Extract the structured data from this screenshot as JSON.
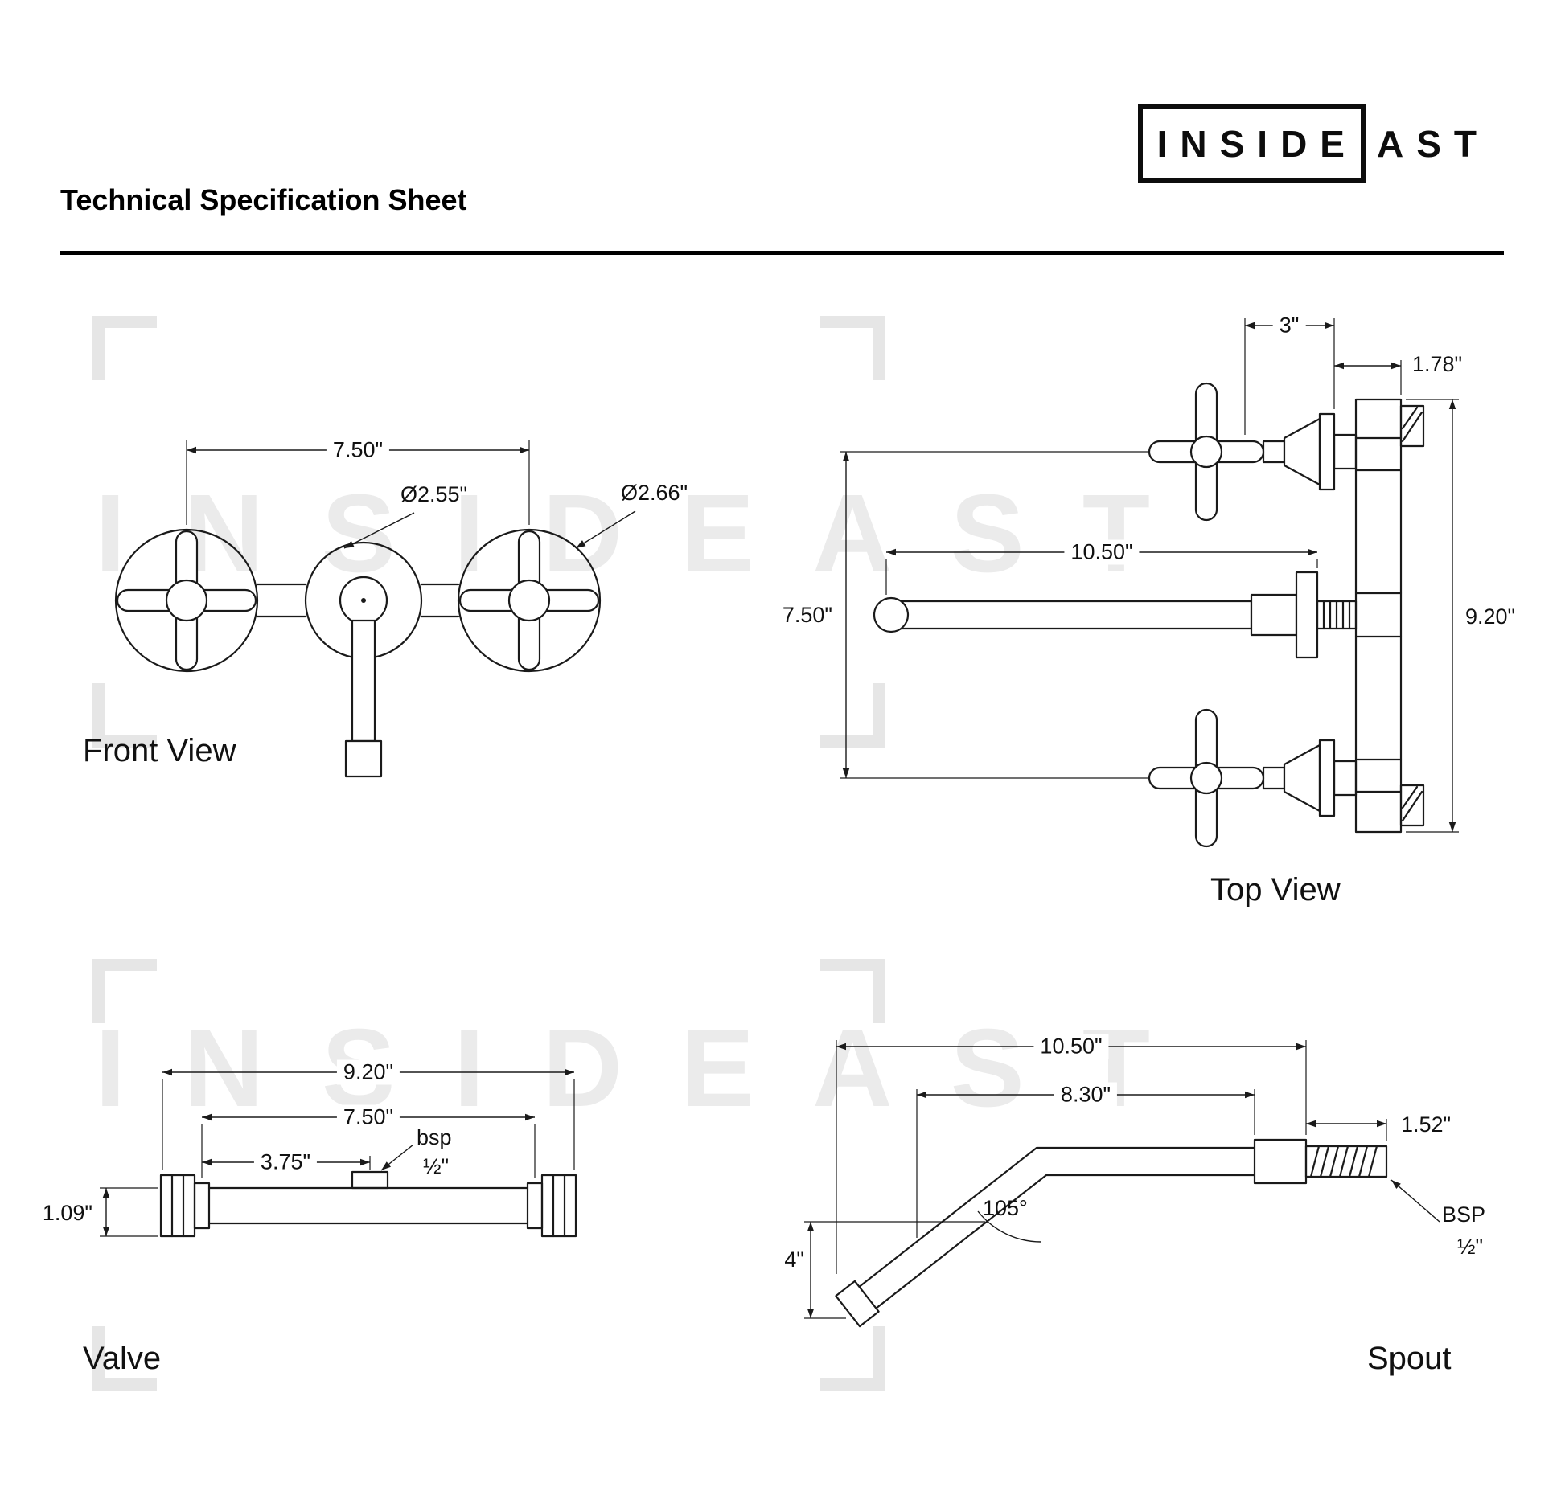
{
  "header": {
    "title": "Technical Specification Sheet"
  },
  "logo": {
    "boxed": "INSIDE",
    "rest": "AST"
  },
  "watermark": {
    "row": "INSIDEAST"
  },
  "front_view": {
    "caption": "Front View",
    "dim_width": "7.50\"",
    "dia_center": "Ø2.55\"",
    "dia_handle": "Ø2.66\""
  },
  "top_view": {
    "caption": "Top View",
    "dim_handle": "3\"",
    "dim_depth": "1.78\"",
    "dim_spout": "10.50\"",
    "dim_centers": "7.50\"",
    "dim_height": "9.20\""
  },
  "valve": {
    "caption": "Valve",
    "dim_total": "9.20\"",
    "dim_centers": "7.50\"",
    "dim_half": "3.75\"",
    "thread_label": "bsp",
    "thread_size": "½\"",
    "dim_port": "1.09\""
  },
  "spout": {
    "caption": "Spout",
    "dim_total": "10.50\"",
    "dim_reach": "8.30\"",
    "dim_thread": "1.52\"",
    "angle": "105°",
    "dim_drop": "4\"",
    "thread_label": "BSP",
    "thread_size": "½\""
  }
}
